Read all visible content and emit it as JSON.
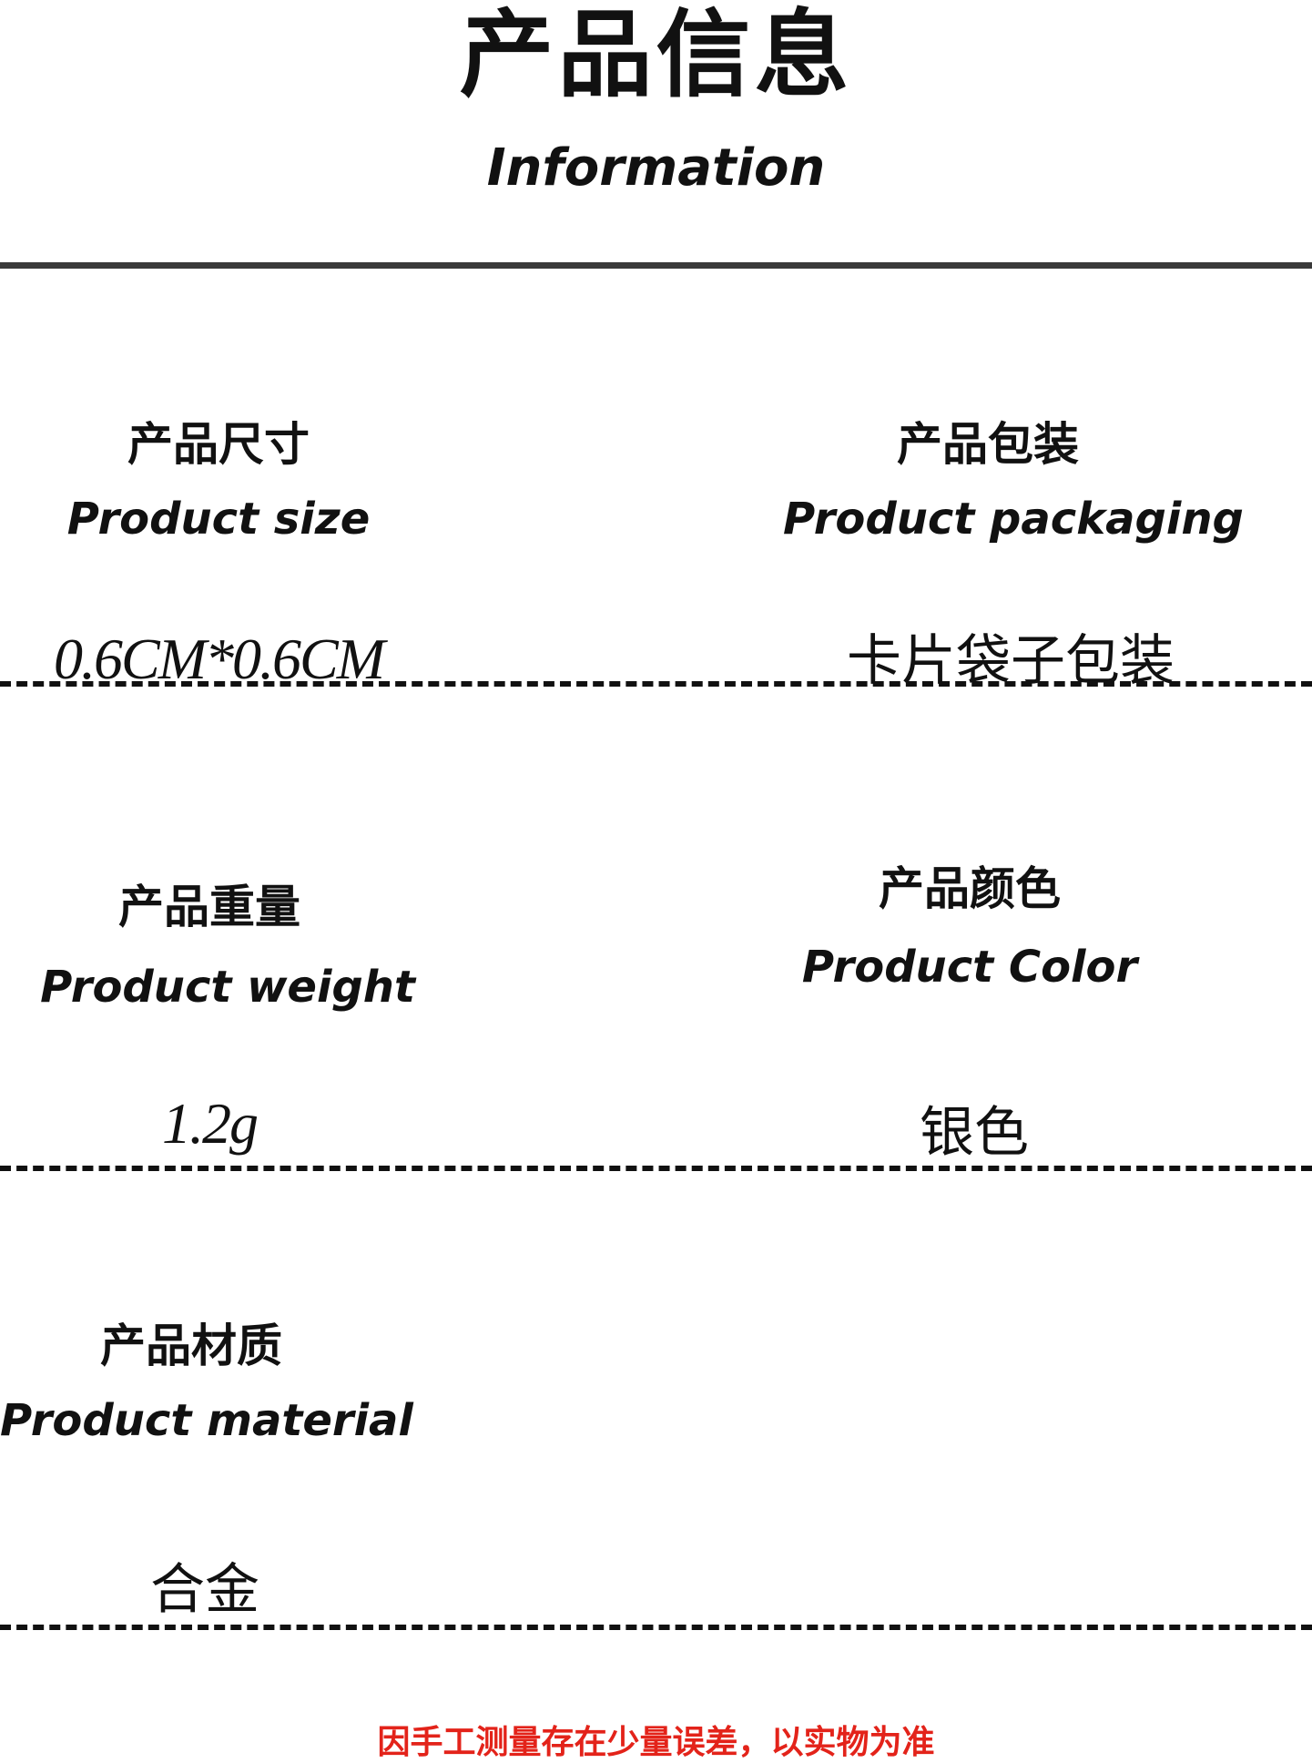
{
  "header": {
    "title": "产品信息",
    "subtitle": "Information"
  },
  "size": {
    "label_cn": "产品尺寸",
    "label_en": "Product size",
    "value": "0.6CM*0.6CM"
  },
  "packaging": {
    "label_cn": "产品包装",
    "label_en": "Product packaging",
    "value": "卡片袋子包装"
  },
  "weight": {
    "label_cn": "产品重量",
    "label_en": "Product weight",
    "value": "1.2g"
  },
  "color": {
    "label_cn": "产品颜色",
    "label_en": "Product Color",
    "value": "银色"
  },
  "material": {
    "label_cn": "产品材质",
    "label_en": "Product material",
    "value": "合金"
  },
  "footer": {
    "note": "因手工测量存在少量误差，以实物为准",
    "note_color": "#e3231a"
  }
}
